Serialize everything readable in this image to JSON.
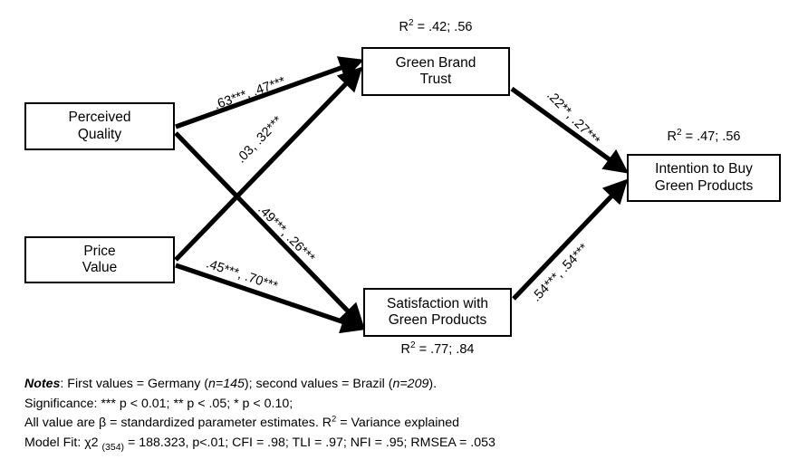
{
  "diagram": {
    "title": "Structural equation model: Germany and Brazil green product paths",
    "nodes": [
      {
        "id": "perceived_quality",
        "line1": "Perceived",
        "line2": "Quality"
      },
      {
        "id": "price_value",
        "line1": "Price",
        "line2": "Value"
      },
      {
        "id": "green_brand_trust",
        "line1": "Green Brand",
        "line2": "Trust"
      },
      {
        "id": "satisfaction",
        "line1": "Satisfaction with",
        "line2": "Green Products"
      },
      {
        "id": "intention",
        "line1": "Intention to Buy",
        "line2": "Green Products"
      }
    ],
    "r2_labels": [
      {
        "id": "r2_trust",
        "prefix": "R",
        "exponent": "2",
        "suffix": " = .42; .56",
        "values": [
          0.42,
          0.56
        ]
      },
      {
        "id": "r2_intention",
        "prefix": "R",
        "exponent": "2",
        "suffix": " = .47; .56",
        "values": [
          0.47,
          0.56
        ]
      },
      {
        "id": "r2_satisfaction",
        "prefix": "R",
        "exponent": "2",
        "suffix": " = .77; .84",
        "values": [
          0.77,
          0.84
        ]
      }
    ],
    "paths": [
      {
        "id": "pq_to_trust",
        "from": "perceived_quality",
        "to": "green_brand_trust",
        "label": ".63***, .47***",
        "germany": ".63***",
        "brazil": ".47***"
      },
      {
        "id": "pv_to_trust",
        "from": "price_value",
        "to": "green_brand_trust",
        "label": ".03, .32***",
        "germany": ".03",
        "brazil": ".32***"
      },
      {
        "id": "pq_to_satisfaction",
        "from": "perceived_quality",
        "to": "satisfaction",
        "label": ".49***, .26***",
        "germany": ".49***",
        "brazil": ".26***"
      },
      {
        "id": "pv_to_satisfaction",
        "from": "price_value",
        "to": "satisfaction",
        "label": ".45***, .70***",
        "germany": ".45***",
        "brazil": ".70***"
      },
      {
        "id": "trust_to_intention",
        "from": "green_brand_trust",
        "to": "intention",
        "label": ".22**, .27***",
        "germany": ".22**",
        "brazil": ".27***"
      },
      {
        "id": "satisfaction_to_intention",
        "from": "satisfaction",
        "to": "intention",
        "label": ".54***, .54***",
        "germany": ".54***",
        "brazil": ".54***"
      }
    ]
  },
  "notes": {
    "line1_bold": "Notes",
    "line1_a": ": First values = Germany (",
    "line1_n1": "n=145",
    "line1_b": "); second values = Brazil (",
    "line1_n2": "n=209",
    "line1_c": ").",
    "line2": "Significance: *** p < 0.01; ** p < .05; * p < 0.10;",
    "line3_a": "All value are β = standardized parameter estimates. R",
    "line3_sup": "2",
    "line3_b": " = Variance explained",
    "line4_a": "Model Fit: χ2 ",
    "line4_sub": "(354)",
    "line4_b": " = 188.323, p<.01; CFI = .98; TLI = .97; NFI = .95; RMSEA = .053"
  },
  "colors": {
    "stroke": "#000000",
    "background": "#ffffff",
    "text": "#000000"
  }
}
